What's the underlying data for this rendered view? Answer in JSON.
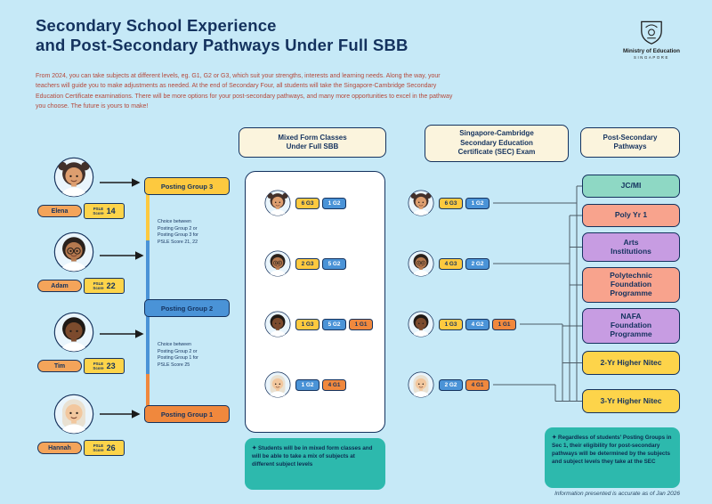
{
  "page": {
    "title": "Secondary School Experience\nand Post-Secondary Pathways Under Full SBB",
    "intro": "From 2024, you can take subjects at different levels, eg. G1, G2 or G3, which suit your strengths, interests and learning needs. Along the way, your teachers will guide you to make adjustments as needed. At the end of Secondary Four, all students will take the Singapore-Cambridge Secondary Education Certificate examinations. There will be more options for your post-secondary pathways, and many more opportunities to excel in the pathway you choose. The future is yours to make!",
    "footer": "Information presented is accurate as of Jan 2026"
  },
  "logo": {
    "name": "Ministry of Education",
    "country": "SINGAPORE"
  },
  "columns": {
    "mixed_form_header": "Mixed Form Classes\nUnder Full SBB",
    "sec_header": "Singapore-Cambridge\nSecondary Education\nCertificate (SEC) Exam",
    "pathways_header": "Post-Secondary\nPathways"
  },
  "psle_label": "PSLE\nScore",
  "students": [
    {
      "name": "Elena",
      "psle_score": "14",
      "avatar": {
        "skin": "#dd9e6f",
        "hair": "#42302a",
        "glasses": false,
        "buns": true,
        "long": false
      }
    },
    {
      "name": "Adam",
      "psle_score": "22",
      "avatar": {
        "skin": "#b5794f",
        "hair": "#2a211c",
        "glasses": true,
        "buns": false,
        "long": false
      }
    },
    {
      "name": "Tim",
      "psle_score": "23",
      "avatar": {
        "skin": "#7c4b2d",
        "hair": "#1f1915",
        "glasses": false,
        "buns": false,
        "long": false
      }
    },
    {
      "name": "Hannah",
      "psle_score": "26",
      "avatar": {
        "skin": "#f2c79e",
        "hair": "#e9e1d2",
        "glasses": false,
        "buns": false,
        "long": true
      }
    }
  ],
  "posting_groups": [
    {
      "label": "Posting Group 3",
      "color": "#fdc93f"
    },
    {
      "label": "Posting Group 2",
      "color": "#4a93d7"
    },
    {
      "label": "Posting Group 1",
      "color": "#f0883d"
    }
  ],
  "choice_notes": [
    "Choice between\nPosting Group 2 or\nPosting Group 3 for\nPSLE Score 21, 22",
    "Choice between\nPosting Group 2 or\nPosting Group 1 for\nPSLE Score 25"
  ],
  "chip_colors": {
    "g3": "#fdc93f",
    "g2": "#4a93d7",
    "g1": "#f0883d"
  },
  "note_bg": "#2db9ad",
  "mixed_form_rows": [
    {
      "chips": [
        {
          "text": "6 G3",
          "level": "g3"
        },
        {
          "text": "1 G2",
          "level": "g2"
        }
      ]
    },
    {
      "chips": [
        {
          "text": "2 G3",
          "level": "g3"
        },
        {
          "text": "5 G2",
          "level": "g2"
        }
      ]
    },
    {
      "chips": [
        {
          "text": "1 G3",
          "level": "g3"
        },
        {
          "text": "5 G2",
          "level": "g2"
        },
        {
          "text": "1 G1",
          "level": "g1"
        }
      ]
    },
    {
      "chips": [
        {
          "text": "1 G2",
          "level": "g2"
        },
        {
          "text": "4 G1",
          "level": "g1"
        }
      ]
    }
  ],
  "sec_rows": [
    {
      "chips": [
        {
          "text": "6 G3",
          "level": "g3"
        },
        {
          "text": "1 G2",
          "level": "g2"
        }
      ]
    },
    {
      "chips": [
        {
          "text": "4 G3",
          "level": "g3"
        },
        {
          "text": "2 G2",
          "level": "g2"
        }
      ]
    },
    {
      "chips": [
        {
          "text": "1 G3",
          "level": "g3"
        },
        {
          "text": "4 G2",
          "level": "g2"
        },
        {
          "text": "1 G1",
          "level": "g1"
        }
      ]
    },
    {
      "chips": [
        {
          "text": "2 G2",
          "level": "g2"
        },
        {
          "text": "4 G1",
          "level": "g1"
        }
      ]
    }
  ],
  "pathways": [
    {
      "label": "JC/MI",
      "color": "#8ed8c4"
    },
    {
      "label": "Poly Yr 1",
      "color": "#f8a38d"
    },
    {
      "label": "Arts\nInstitutions",
      "color": "#c79ce2"
    },
    {
      "label": "Polytechnic\nFoundation\nProgramme",
      "color": "#f8a38d"
    },
    {
      "label": "NAFA\nFoundation\nProgramme",
      "color": "#c79ce2"
    },
    {
      "label": "2-Yr Higher Nitec",
      "color": "#fdd44a"
    },
    {
      "label": "3-Yr Higher Nitec",
      "color": "#fdd44a"
    }
  ],
  "notes": {
    "mixed_form": "✦  Students will be in mixed form classes and will be able to take a mix of subjects at different subject levels",
    "pathways": "✦  Regardless of students' Posting Groups in Sec 1, their eligibility for post-secondary pathways will be determined by the subjects and subject levels they take at the SEC"
  },
  "connections": [
    {
      "student": 0,
      "pathways": [
        0,
        1,
        2,
        3,
        4,
        5,
        6
      ]
    },
    {
      "student": 1,
      "pathways": [
        1,
        2,
        3,
        4,
        5,
        6
      ]
    },
    {
      "student": 2,
      "pathways": [
        4,
        5,
        6
      ]
    },
    {
      "student": 3,
      "pathways": [
        6
      ]
    }
  ]
}
